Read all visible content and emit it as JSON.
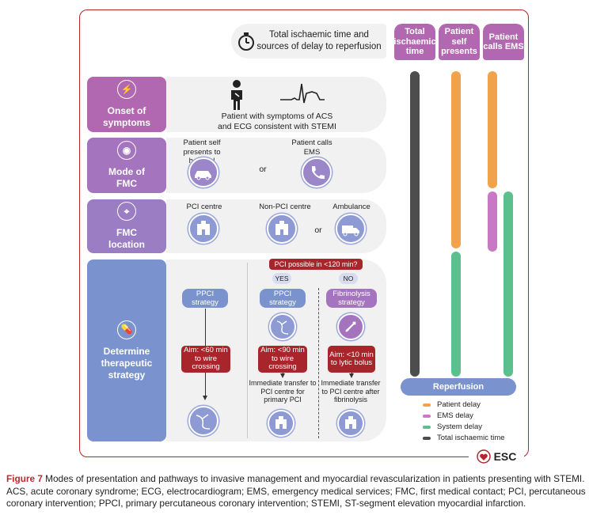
{
  "title": "Total ischaemic time and sources of delay to reperfusion",
  "columns": {
    "total": "Total ischaemic time",
    "self": "Patient self presents",
    "ems": "Patient calls EMS"
  },
  "rows": {
    "onset": "Onset of symptoms",
    "mode": "Mode of FMC",
    "location": "FMC location",
    "strategy": "Determine therapeutic strategy"
  },
  "onset_text": "Patient with symptoms of ACS and ECG consistent with STEMI",
  "mode": {
    "self_presents": "Patient self presents to hospital",
    "or": "or",
    "calls_ems": "Patient calls EMS"
  },
  "location": {
    "pci_centre": "PCI centre",
    "non_pci_centre": "Non-PCI centre",
    "or": "or",
    "ambulance": "Ambulance"
  },
  "strategy": {
    "question": "PCI possible in <120 min?",
    "yes": "YES",
    "no": "NO",
    "ppci1": "PPCI strategy",
    "ppci2": "PPCI strategy",
    "fibrinolysis": "Fibrinolysis strategy",
    "aim1": "Aim: <60 min to wire crossing",
    "aim2": "Aim: <90 min to wire crossing",
    "aim3": "Aim: <10 min to lytic bolus",
    "transfer_pci": "Immediate transfer to PCI centre for primary PCI",
    "transfer_fib": "Immediate transfer to PCI centre after fibrinolysis"
  },
  "reperfusion": "Reperfusion",
  "legend": [
    {
      "label": "Patient delay",
      "color": "#f0a34a"
    },
    {
      "label": "EMS delay",
      "color": "#c979c3"
    },
    {
      "label": "System delay",
      "color": "#5bbf8e"
    },
    {
      "label": "Total ischaemic time",
      "color": "#4d4d4d"
    }
  ],
  "esc_logo": "ESC",
  "caption": {
    "figure": "Figure 7",
    "text": " Modes of presentation and pathways to invasive management and myocardial revascularization in patients presenting with STEMI. ACS, acute coronary syndrome; ECG, electrocardiogram; EMS, emergency medical services; FMC, first medical contact; PCI, percutaneous coronary intervention; PPCI, primary percutaneous coronary intervention; STEMI, ST-segment elevation myocardial infarction."
  },
  "colors": {
    "purple": "#b267b1",
    "violet": "#9a7dc3",
    "blue": "#7a93cf",
    "red": "#a8262b"
  }
}
